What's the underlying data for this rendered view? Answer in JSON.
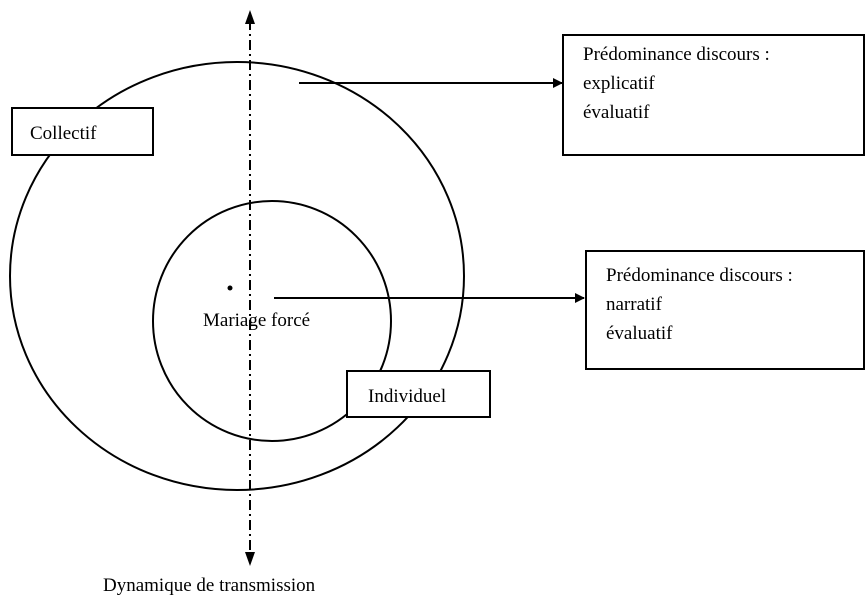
{
  "labels": {
    "collectif": "Collectif",
    "individuel": "Individuel",
    "center": "Mariage forcé",
    "axis": "Dynamique de transmission"
  },
  "box_top": {
    "line1": "Prédominance discours :",
    "line2": "explicatif",
    "line3": "évaluatif"
  },
  "box_bottom": {
    "line1": "Prédominance discours :",
    "line2": "narratif",
    "line3": "évaluatif"
  },
  "colors": {
    "stroke": "#000000",
    "background": "#ffffff"
  }
}
